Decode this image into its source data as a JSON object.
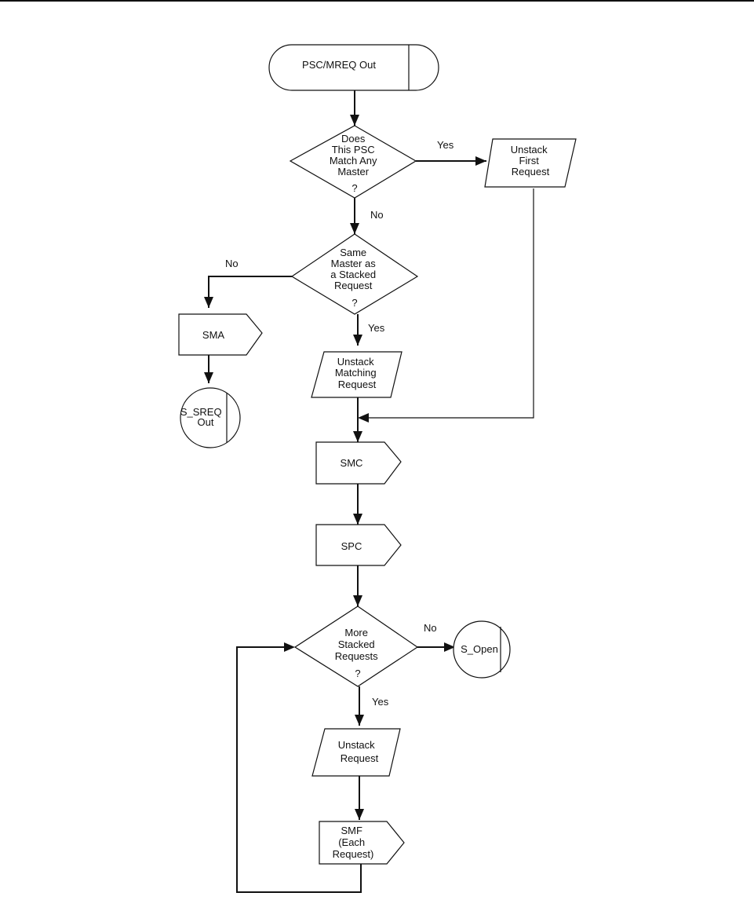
{
  "nodes": {
    "start": [
      "PSC/MREQ Out"
    ],
    "d_match": [
      "Does",
      "This PSC",
      "Match Any",
      "Master",
      "?"
    ],
    "unstack_first": [
      "Unstack",
      "First",
      "Request"
    ],
    "d_same": [
      "Same",
      "Master as",
      "a Stacked",
      "Request",
      "?"
    ],
    "sma": [
      "SMA"
    ],
    "s_sreq": [
      "S_SREQ",
      "Out"
    ],
    "unstack_matching": [
      "Unstack",
      "Matching",
      "Request"
    ],
    "smc": [
      "SMC"
    ],
    "spc": [
      "SPC"
    ],
    "d_more": [
      "More",
      "Stacked",
      "Requests",
      "?"
    ],
    "s_open": [
      "S_Open"
    ],
    "unstack_request": [
      "Unstack",
      "Request"
    ],
    "smf": [
      "SMF",
      "(Each",
      "Request)"
    ]
  },
  "edge_labels": {
    "match_yes": "Yes",
    "match_no": "No",
    "same_no": "No",
    "same_yes": "Yes",
    "more_no": "No",
    "more_yes": "Yes"
  }
}
